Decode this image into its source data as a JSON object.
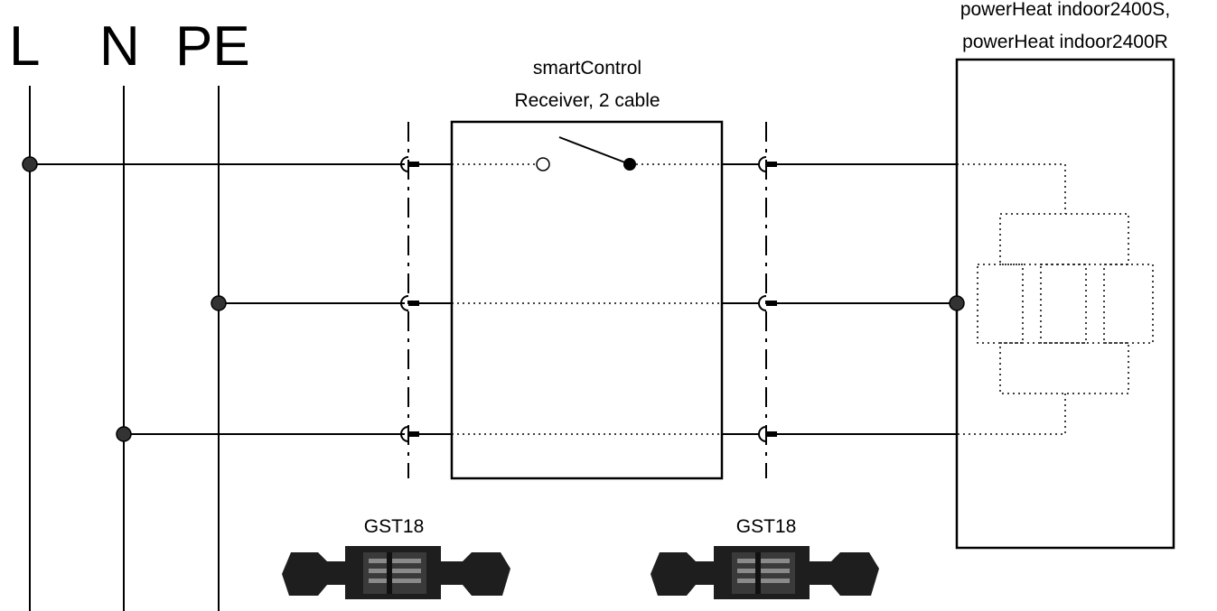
{
  "bus_labels": {
    "l": "L",
    "n": "N",
    "pe": "PE"
  },
  "receiver": {
    "title_line1": "smartControl",
    "title_line2": "Receiver, 2 cable"
  },
  "heater": {
    "title_line1": "powerHeat indoor2400S,",
    "title_line2": "powerHeat indoor2400R"
  },
  "connectors": [
    {
      "label": "GST18"
    },
    {
      "label": "GST18"
    }
  ]
}
